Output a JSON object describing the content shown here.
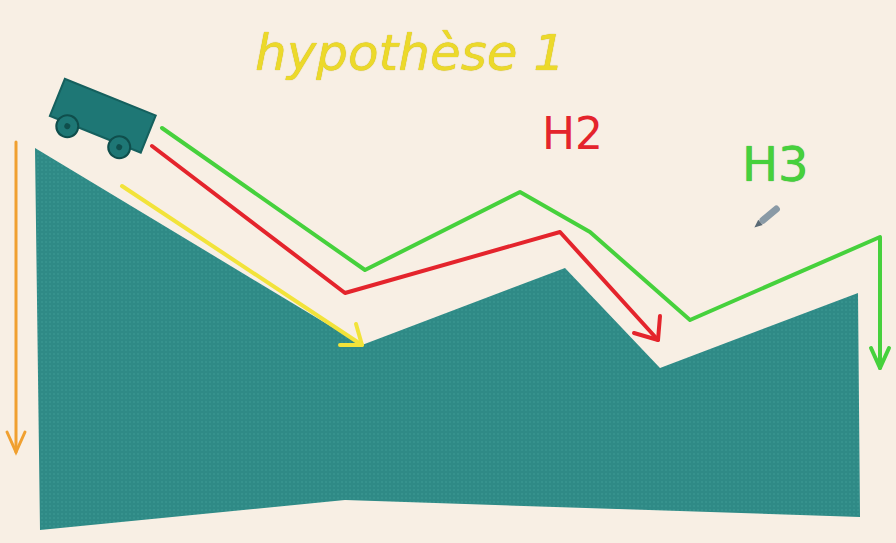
{
  "diagram": {
    "labels": [
      "hypothèse 1",
      "H2",
      "H3"
    ]
  }
}
